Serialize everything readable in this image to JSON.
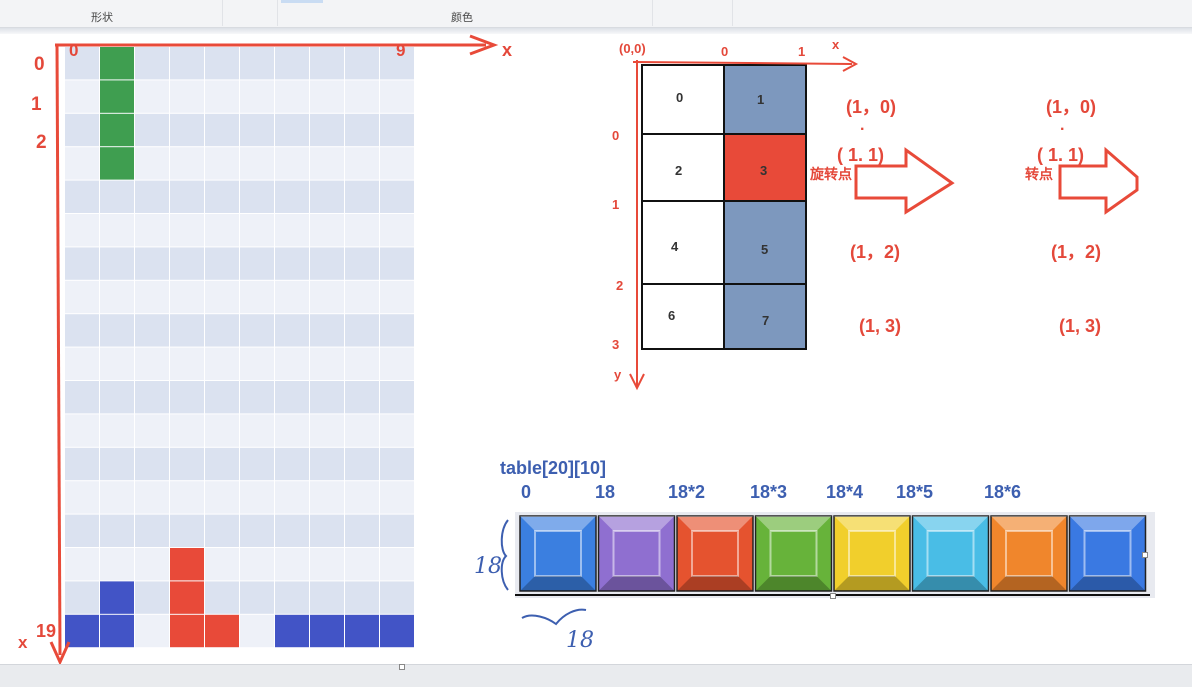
{
  "ribbon": {
    "group_shape": "形状",
    "group_color": "颜色"
  },
  "board": {
    "rows": 18,
    "cols": 10,
    "colors": {
      "empty_a": "#dbe2f0",
      "empty_b": "#eef1f8",
      "green": "#3f9e50",
      "red": "#e84a39",
      "blue": "#4254c6",
      "axis": "#e84a39"
    },
    "cells": [
      {
        "row": 0,
        "col": 1,
        "color": "green"
      },
      {
        "row": 1,
        "col": 1,
        "color": "green"
      },
      {
        "row": 2,
        "col": 1,
        "color": "green"
      },
      {
        "row": 3,
        "col": 1,
        "color": "green"
      },
      {
        "row": 15,
        "col": 3,
        "color": "red"
      },
      {
        "row": 16,
        "col": 1,
        "color": "blue"
      },
      {
        "row": 16,
        "col": 3,
        "color": "red"
      },
      {
        "row": 17,
        "col": 0,
        "color": "blue"
      },
      {
        "row": 17,
        "col": 1,
        "color": "blue"
      },
      {
        "row": 17,
        "col": 3,
        "color": "red"
      },
      {
        "row": 17,
        "col": 4,
        "color": "red"
      },
      {
        "row": 17,
        "col": 6,
        "color": "blue"
      },
      {
        "row": 17,
        "col": 7,
        "color": "blue"
      },
      {
        "row": 17,
        "col": 8,
        "color": "blue"
      },
      {
        "row": 17,
        "col": 9,
        "color": "blue"
      }
    ],
    "labels": {
      "row0": "0",
      "row1": "1",
      "row2": "2",
      "col0": "0",
      "col9": "9",
      "x_axis": "x",
      "x_bottom": "x",
      "row19": "19"
    }
  },
  "diagram": {
    "origin": "(0,0)",
    "col0": "0",
    "col1": "1",
    "x_axis": "x",
    "y_axis": "y",
    "row_labels": [
      "0",
      "1",
      "2",
      "3"
    ],
    "cells": [
      "0",
      "1",
      "2",
      "3",
      "4",
      "5",
      "6",
      "7"
    ],
    "cell_colors": {
      "white": "#ffffff",
      "blue": "#7d98be",
      "red": "#e84a39"
    },
    "left_coords": {
      "c10": "(1，0)",
      "dot": "·",
      "c11": "( 1. 1)",
      "pivot": "旋转点",
      "c12": "(1，2)",
      "c13": "(1, 3)"
    },
    "right_coords": {
      "c10": "(1，0)",
      "dot": "·",
      "c11": "( 1. 1)",
      "pivot": "转点",
      "c12": "(1，2)",
      "c13": "(1, 3)"
    }
  },
  "sprite": {
    "caption": "table[20][10]",
    "offsets": [
      "0",
      "18",
      "18*2",
      "18*3",
      "18*4",
      "18*5",
      "18*6"
    ],
    "size_left": "18",
    "size_bottom": "18",
    "colors": [
      "#3b7fe0",
      "#8f6fd0",
      "#e5532f",
      "#67b33a",
      "#f1cf2c",
      "#49bde6",
      "#f0862c",
      "#3a79e2"
    ]
  }
}
